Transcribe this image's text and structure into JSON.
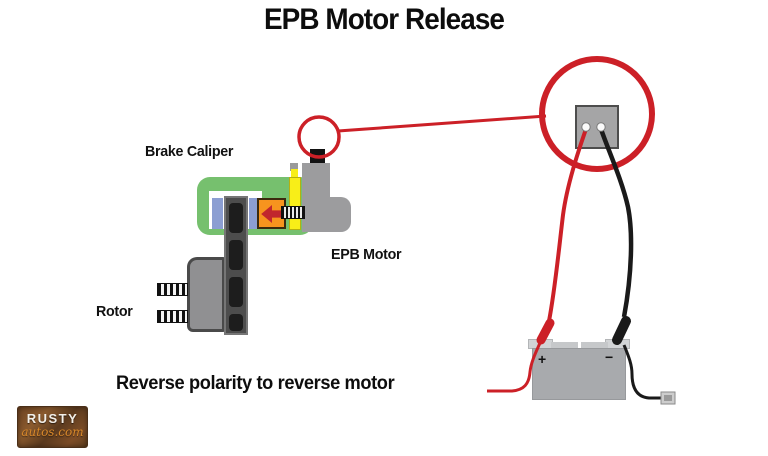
{
  "title": "EPB Motor Release",
  "caption": "Reverse polarity to reverse motor",
  "labels": {
    "brake_caliper": "Brake Caliper",
    "epb_motor": "EPB Motor",
    "rotor": "Rotor"
  },
  "battery": {
    "positive_symbol": "+",
    "negative_symbol": "−"
  },
  "logo": {
    "name": "RUSTY",
    "domain": "autos.com"
  },
  "colors": {
    "caliper_green": "#76c06e",
    "pad_blue": "#8c9ed2",
    "rotor_gray": "#4d4d4d",
    "vent_black": "#1d1d1d",
    "piston_orange": "#f7941e",
    "arrow_red": "#c1272d",
    "spindle_yellow": "#f8ee18",
    "motor_gray": "#9c9c9e",
    "hub_gray": "#909092",
    "battery_gray": "#a8aaad",
    "terminal_gray": "#d2d4d6",
    "wire_red": "#cc2027",
    "wire_black": "#1a1a1a",
    "annotation_red": "#cc2027"
  }
}
